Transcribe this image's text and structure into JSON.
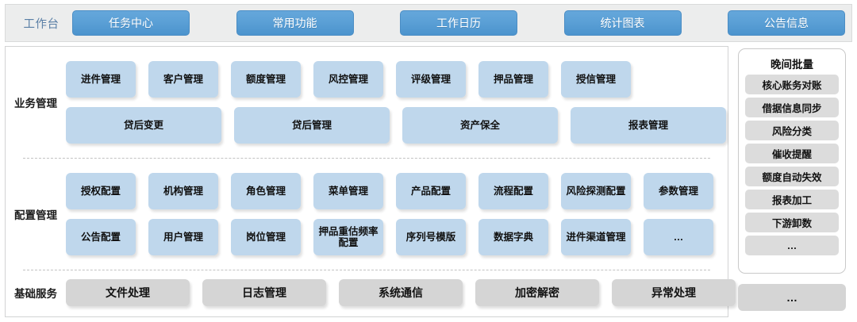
{
  "header": {
    "workbench_label": "工作台",
    "tabs": [
      {
        "label": "任务中心"
      },
      {
        "label": "常用功能"
      },
      {
        "label": "工作日历"
      },
      {
        "label": "统计图表"
      },
      {
        "label": "公告信息"
      }
    ],
    "accent_color": "#5ba0d6",
    "bar_bg": "#eceded"
  },
  "sections": [
    {
      "label": "业务管理",
      "rows": [
        [
          {
            "label": "进件管理"
          },
          {
            "label": "客户管理"
          },
          {
            "label": "额度管理"
          },
          {
            "label": "风控管理"
          },
          {
            "label": "评级管理"
          },
          {
            "label": "押品管理"
          },
          {
            "label": "授信管理"
          }
        ],
        [
          {
            "label": "贷后变更"
          },
          {
            "label": "贷后管理"
          },
          {
            "label": "资产保全"
          },
          {
            "label": "报表管理"
          }
        ]
      ]
    },
    {
      "label": "配置管理",
      "rows": [
        [
          {
            "label": "授权配置"
          },
          {
            "label": "机构管理"
          },
          {
            "label": "角色管理"
          },
          {
            "label": "菜单管理"
          },
          {
            "label": "产品配置"
          },
          {
            "label": "流程配置"
          },
          {
            "label": "风险探测配置"
          },
          {
            "label": "参数管理"
          }
        ],
        [
          {
            "label": "公告配置"
          },
          {
            "label": "用户管理"
          },
          {
            "label": "岗位管理"
          },
          {
            "label": "押品重估频率配置"
          },
          {
            "label": "序列号模版"
          },
          {
            "label": "数据字典"
          },
          {
            "label": "进件渠道管理"
          },
          {
            "label": "…"
          }
        ]
      ]
    },
    {
      "label": "基础服务",
      "rows": [
        [
          {
            "label": "文件处理"
          },
          {
            "label": "日志管理"
          },
          {
            "label": "系统通信"
          },
          {
            "label": "加密解密"
          },
          {
            "label": "异常处理"
          }
        ]
      ]
    }
  ],
  "batch_panel": {
    "title": "晚间批量",
    "items": [
      {
        "label": "核心账务对账"
      },
      {
        "label": "借据信息同步"
      },
      {
        "label": "风险分类"
      },
      {
        "label": "催收提醒"
      },
      {
        "label": "额度自动失效"
      },
      {
        "label": "报表加工"
      },
      {
        "label": "下游卸数"
      },
      {
        "label": "…"
      }
    ]
  },
  "service_extra": {
    "label": "…"
  },
  "colors": {
    "tile_blue": "#bfd7ec",
    "tile_gray": "#d5d5d5",
    "batch_item_gray": "#dcdcdc",
    "workbench_text": "#5a7fa6"
  }
}
